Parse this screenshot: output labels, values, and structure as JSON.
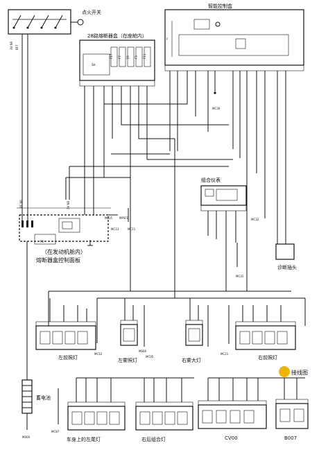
{
  "labels": {
    "ignition_switch": "点火开关",
    "smart_control_box": "智能控制盒",
    "fuse_box_cabin": "28路熔断器盒（在座舱内）",
    "instrument_cluster": "组合仪表",
    "engine_fuse_panel_line1": "（在发动机舱内）",
    "engine_fuse_panel_line2": "熔断器盒控制面板",
    "battery": "蓄电池",
    "diag_connector": "诊断插头",
    "left_front_lamp": "左前照灯",
    "left_fog_lamp": "左雾照灯",
    "right_fog_lamp": "右雾大灯",
    "right_front_lamp": "右前照灯",
    "body_left_tail_lamp": "车身上的左尾灯",
    "right_rear_combo_lamp": "右后组合灯"
  },
  "codes": {
    "m000": "M000",
    "mc30": "MC30",
    "mc32": "MC32",
    "mc31": "MC31",
    "mc12": "MC12",
    "mc05": "MC05",
    "mc21": "MC21",
    "mc87": "MC87",
    "mc13": "MC13",
    "mc11": "MC11",
    "cv00": "CV00",
    "b007": "B007",
    "me15": "ME15",
    "mpsfd": "MPSFD",
    "me66": "ME66",
    "pt2": "2"
  },
  "fuses": [
    "F17",
    "F7",
    "F6",
    "F3",
    "F2",
    "F11"
  ],
  "watermark": "接线图"
}
